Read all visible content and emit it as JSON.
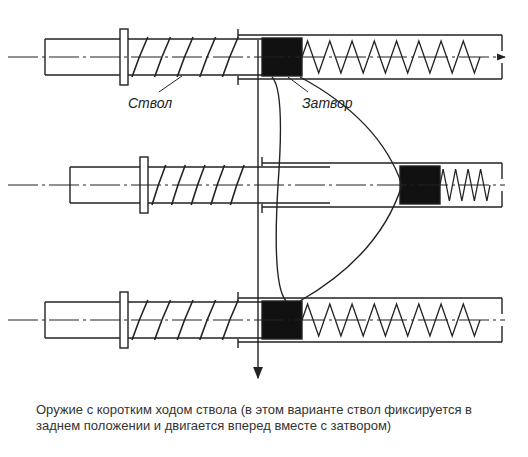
{
  "diagram": {
    "caption": "Оружие с коротким ходом ствола (в этом варианте ствол фиксируется в заднем положении и двигается вперед вместе с затвором)",
    "labels": [
      "Ствол",
      "Затвор"
    ]
  }
}
